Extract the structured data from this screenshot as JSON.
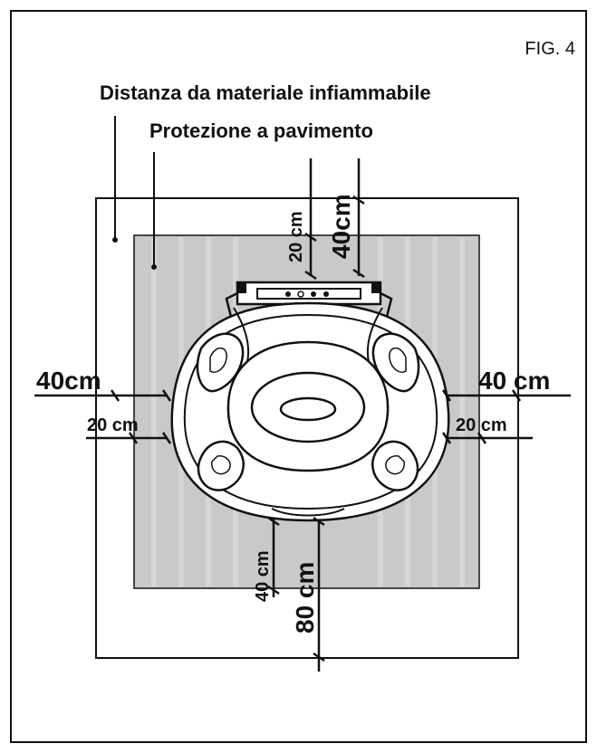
{
  "figure_label": "FIG. 4",
  "labels": {
    "flammable_distance": "Distanza da materiale infiammabile",
    "floor_protection": "Protezione a pavimento"
  },
  "dimensions": {
    "top_inner": "20 cm",
    "top_outer": "40cm",
    "left_outer": "40cm",
    "left_inner": "20 cm",
    "right_outer": "40 cm",
    "right_inner": "20 cm",
    "bottom_inner": "40 cm",
    "bottom_outer": "80 cm"
  },
  "colors": {
    "floor_protection_fill": "#c9c9c9",
    "line": "#111111",
    "stove_fill": "#ffffff"
  }
}
